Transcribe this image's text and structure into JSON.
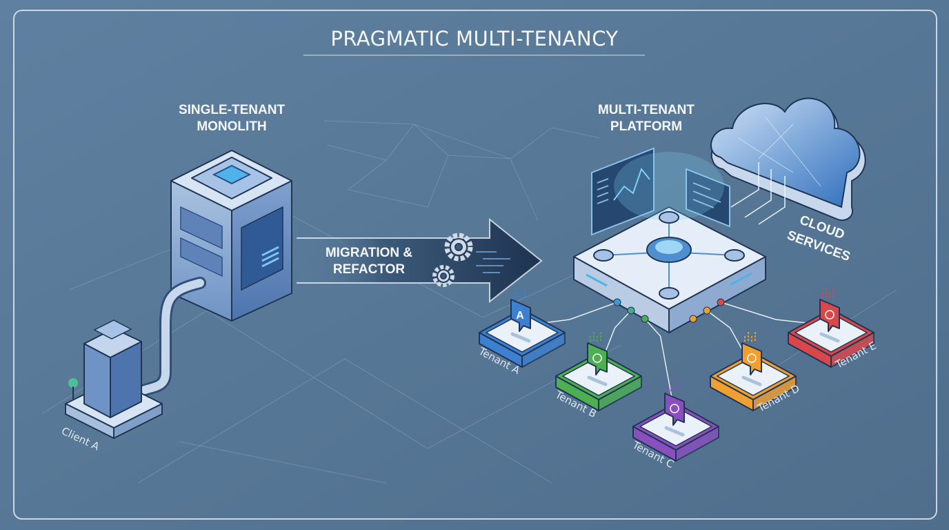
{
  "title": "PRAGMATIC MULTI-TENANCY",
  "monolith": {
    "line1": "SINGLE-TENANT",
    "line2": "MONOLITH",
    "client_label": "Client A"
  },
  "migration": {
    "line1": "MIGRATION &",
    "line2": "REFACTOR",
    "icon": "gears-icon"
  },
  "platform": {
    "line1": "MULTI-TENANT",
    "line2": "PLATFORM"
  },
  "cloud": {
    "line1": "CLOUD",
    "line2": "SERVICES"
  },
  "tenants": [
    {
      "label": "Tenant A",
      "badge": "A",
      "color": "#3d7fd0",
      "icon": "letter-a-icon"
    },
    {
      "label": "Tenant B",
      "badge": "",
      "color": "#4caf50",
      "icon": "globe-icon"
    },
    {
      "label": "Tenant C",
      "badge": "",
      "color": "#8a4fbf",
      "icon": "gears-icon"
    },
    {
      "label": "Tenant D",
      "badge": "",
      "color": "#f0a030",
      "icon": "hierarchy-icon"
    },
    {
      "label": "Tenant E",
      "badge": "",
      "color": "#d9474a",
      "icon": "database-icon"
    }
  ],
  "colors": {
    "background": "#5a7a98",
    "frame": "#dfe8f0",
    "accent": "#4fb3ea"
  }
}
